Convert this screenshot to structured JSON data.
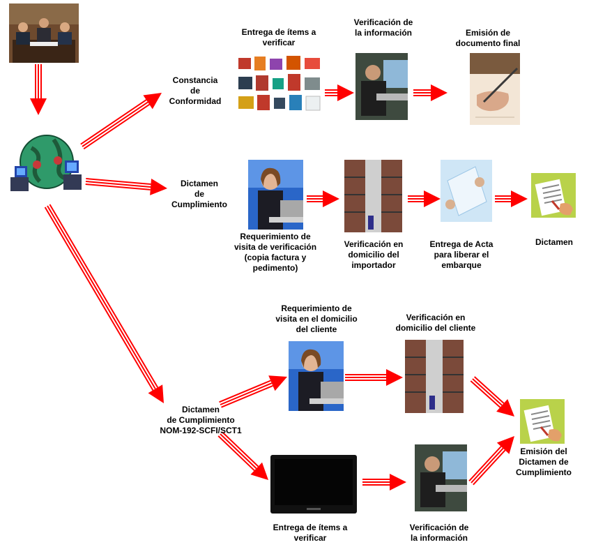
{
  "colors": {
    "arrow": "#ff0000",
    "background": "#ffffff"
  },
  "labels": {
    "constancia": "Constancia\nde\nConformidad",
    "entrega_items_top": "Entrega de ítems a\nverificar",
    "verificacion_info_top": "Verificación de\nla información",
    "emision_doc_final": "Emisión de\ndocumento final",
    "dictamen_cumplimiento": "Dictamen\nde\nCumplimiento",
    "requerimiento_visita": "Requerimiento de\nvisita de verificación\n(copia factura y\npedimento)",
    "verificacion_importador": "Verificación en\ndomicilio del\nimportador",
    "entrega_acta": "Entrega de Acta\npara liberar el\nembarque",
    "dictamen": "Dictamen",
    "requerimiento_cliente": "Requerimiento de\nvisita en el domicilio\ndel cliente",
    "verificacion_cliente": "Verificación en\ndomicilio del cliente",
    "dictamen_nom": "Dictamen\nde Cumplimiento\nNOM-192-SCFI/SCT1",
    "emision_dictamen": "Emisión del\nDictamen de\nCumplimiento",
    "entrega_items_bottom": "Entrega de ítems a\nverificar",
    "verificacion_info_bottom": "Verificación de\nla información"
  },
  "icons": {
    "meeting": "meeting-photo",
    "globe": "globe-network-icon",
    "products": "products-collage",
    "analyst": "analyst-at-computer-photo",
    "writing": "hand-writing-photo",
    "operator": "operator-with-headset-photo",
    "warehouse": "warehouse-photo",
    "handover": "document-handover-photo",
    "dictamen_doc": "dictamen-document-icon",
    "tv": "flat-screen-tv-photo"
  }
}
